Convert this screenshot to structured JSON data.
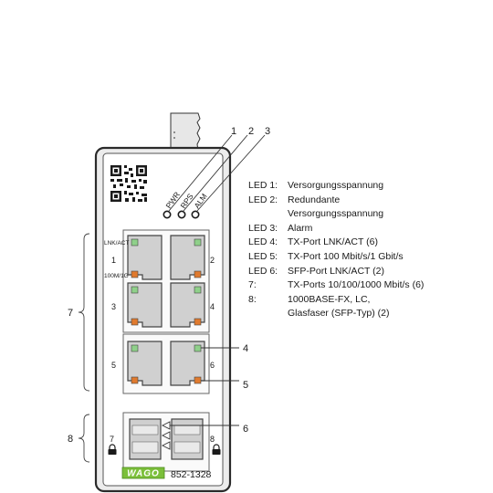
{
  "device": {
    "model": "852-1328",
    "brand": "WAGO",
    "accent_color": "#7bbf3a",
    "led_labels": [
      "PWR",
      "RPS",
      "ALM"
    ],
    "port_labels": {
      "lnk_act": "LNK/ACT",
      "speed": "100M/1G"
    },
    "port_numbers": [
      "1",
      "2",
      "3",
      "4",
      "5",
      "6",
      "7",
      "8"
    ],
    "lock_icon": "lock-icon",
    "qr_icon": "qr-code-icon"
  },
  "callouts": {
    "top": [
      "1",
      "2",
      "3"
    ],
    "left": [
      "7",
      "8"
    ],
    "right": [
      "4",
      "5",
      "6"
    ]
  },
  "legend": [
    {
      "key": "LED 1:",
      "text": "Versorgungsspannung"
    },
    {
      "key": "LED 2:",
      "text": "Redundante"
    },
    {
      "key": "",
      "text": "Versorgungsspannung"
    },
    {
      "key": "LED 3:",
      "text": "Alarm"
    },
    {
      "key": "LED 4:",
      "text": "TX-Port LNK/ACT (6)"
    },
    {
      "key": "LED 5:",
      "text": "TX-Port 100 Mbit/s/1 Gbit/s"
    },
    {
      "key": "LED 6:",
      "text": "SFP-Port LNK/ACT (2)"
    },
    {
      "key": "7:",
      "text": "TX-Ports 10/100/1000 Mbit/s (6)"
    },
    {
      "key": "8:",
      "text": "1000BASE-FX, LC,"
    },
    {
      "key": "",
      "text": "Glasfaser (SFP-Typ) (2)"
    }
  ]
}
